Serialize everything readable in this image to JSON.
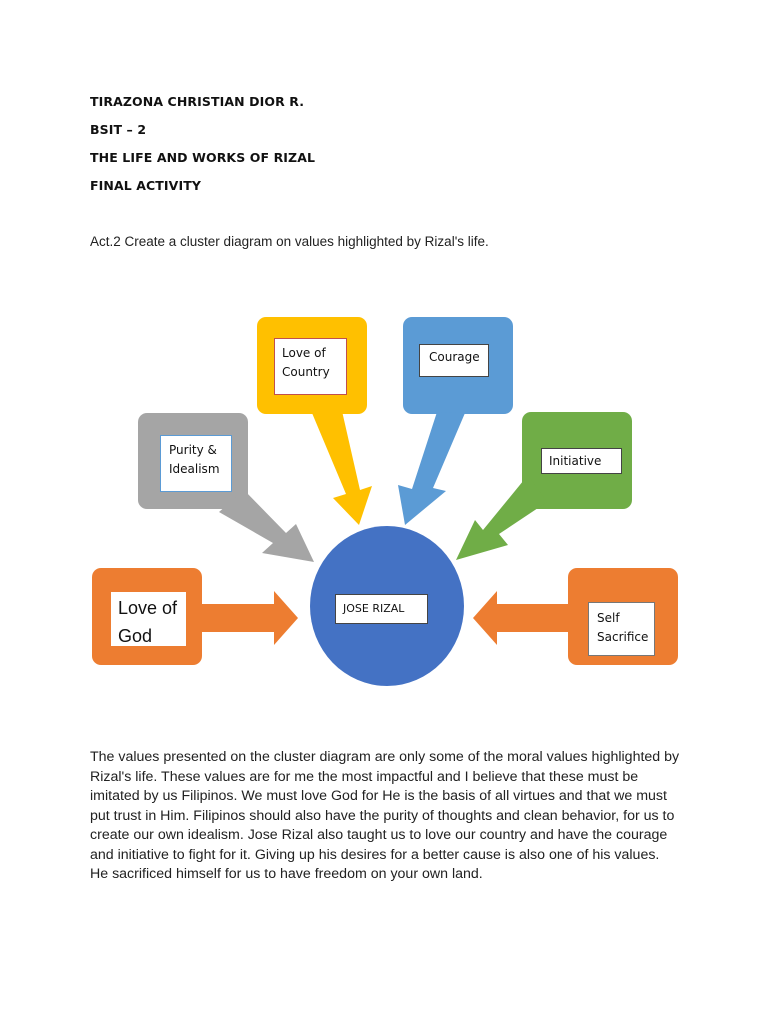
{
  "header": {
    "name": "TIRAZONA CHRISTIAN DIOR R.",
    "section": "BSIT – 2",
    "course": "THE LIFE AND WORKS OF RIZAL",
    "activity": "FINAL ACTIVITY"
  },
  "instruction": "Act.2 Create a cluster diagram on values highlighted by Rizal's life.",
  "diagram": {
    "center": "JOSE RIZAL",
    "nodes": {
      "love_of_god": "Love of God",
      "purity": "Purity & Idealism",
      "love_of_country": "Love of Country",
      "courage": "Courage",
      "initiative": "Initiative",
      "self_sacrifice": "Self Sacrifice"
    },
    "colors": {
      "center": "#4472C4",
      "love_of_god": "#ED7D31",
      "purity": "#A5A5A5",
      "love_of_country": "#FFC000",
      "courage": "#5B9BD5",
      "initiative": "#70AD47",
      "self_sacrifice": "#ED7D31"
    }
  },
  "paragraph": "The values presented on the cluster diagram are only some of the moral values highlighted by Rizal's life. These values are for me the most impactful and I believe that these must be imitated by us Filipinos. We must love God for He is the basis of all virtues and that we must put trust in Him. Filipinos should also have the purity of thoughts and clean behavior, for us to create our own idealism. Jose Rizal also taught us to love our country and have the courage and initiative to fight for it. Giving up his desires for a better cause is also one of his values. He sacrificed himself for us to have freedom on your own land."
}
